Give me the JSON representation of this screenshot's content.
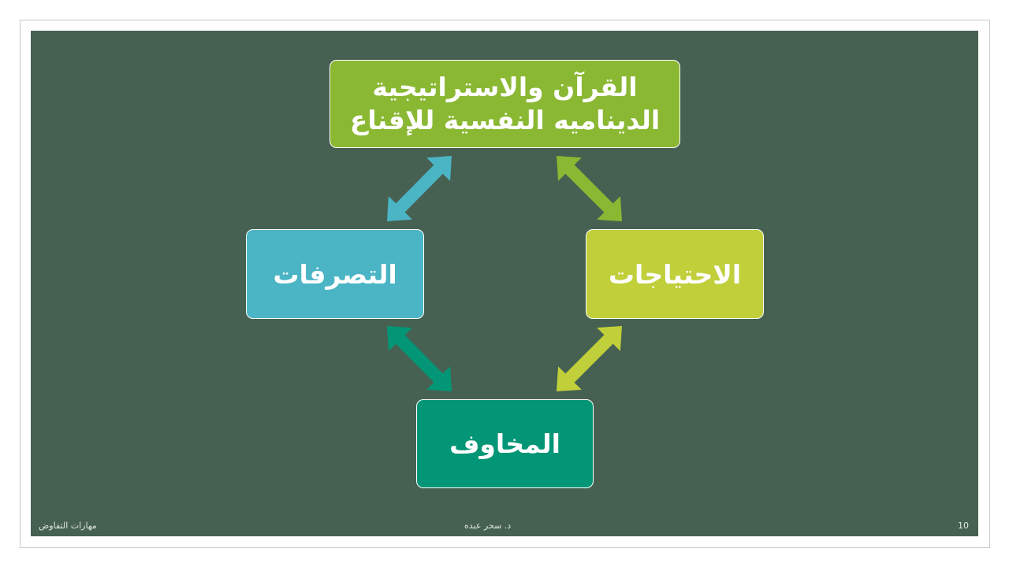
{
  "slide": {
    "title_box": {
      "line1": "القرآن والاستراتيجية",
      "line2": "الديناميه النفسية للإقناع"
    },
    "right_box": "الاحتياجات",
    "left_box": "التصرفات",
    "bottom_box": "المخاوف",
    "colors": {
      "background": "#466152",
      "top": "#8ab833",
      "right": "#c0cf3a",
      "left": "#4bb5c5",
      "bottom": "#029676"
    }
  },
  "footer": {
    "left": "مهارات التفاوض",
    "center": "د. سحر عبده",
    "page": "10"
  }
}
